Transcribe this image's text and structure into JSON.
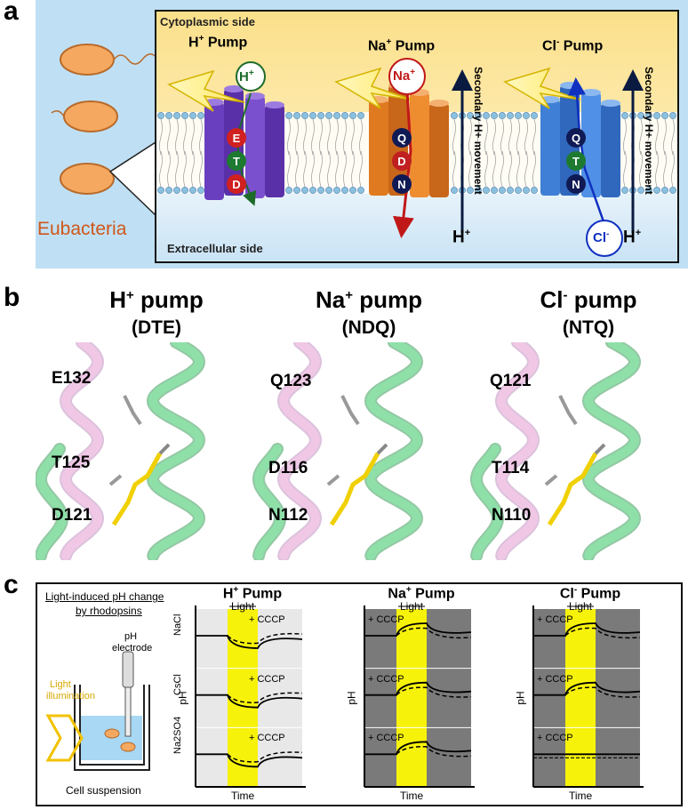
{
  "panel_a": {
    "letter": "a",
    "cytoplasmic_label": "Cytoplasmic side",
    "extracellular_label": "Extracellular side",
    "organism_label": "Eubacteria",
    "secondary_label": "Secondary H+ movement",
    "h_out": "H",
    "plus": "+",
    "pumps": [
      {
        "name": "H",
        "charge": "+",
        "suffix": " Pump",
        "ion": "H",
        "ion_charge": "+",
        "residues": [
          "E",
          "T",
          "D"
        ],
        "color": "#6a3fbf"
      },
      {
        "name": "Na",
        "charge": "+",
        "suffix": " Pump",
        "ion": "Na",
        "ion_charge": "+",
        "residues": [
          "Q",
          "D",
          "N"
        ],
        "color": "#e07a20"
      },
      {
        "name": "Cl",
        "charge": "-",
        "suffix": " Pump",
        "ion": "Cl",
        "ion_charge": "-",
        "residues": [
          "Q",
          "T",
          "N"
        ],
        "color": "#3f7fd6"
      }
    ]
  },
  "panel_b": {
    "letter": "b",
    "pumps": [
      {
        "title": "H",
        "charge": "+",
        "word": " pump",
        "motif": "(DTE)",
        "residues": [
          "E132",
          "T125",
          "D121"
        ]
      },
      {
        "title": "Na",
        "charge": "+",
        "word": " pump",
        "motif": "(NDQ)",
        "residues": [
          "Q123",
          "D116",
          "N112"
        ]
      },
      {
        "title": "Cl",
        "charge": "-",
        "word": " pump",
        "motif": "(NTQ)",
        "residues": [
          "Q121",
          "T114",
          "N110"
        ]
      }
    ]
  },
  "panel_c": {
    "letter": "c",
    "inset_title_1": "Light-induced pH change",
    "inset_title_2": "by rhodopsins",
    "electrode_1": "pH",
    "electrode_2": "electrode",
    "light_1": "Light",
    "light_2": "illumination",
    "cell_label": "Cell suspension",
    "salts": [
      "NaCl",
      "CsCl",
      "Na2SO4"
    ],
    "charts": [
      {
        "title": "H",
        "charge": "+",
        "suffix": " Pump"
      },
      {
        "title": "Na",
        "charge": "+",
        "suffix": " Pump"
      },
      {
        "title": "Cl",
        "charge": "-",
        "suffix": " Pump"
      }
    ],
    "light_label": "Light",
    "cccp_label": "+ CCCP",
    "ylabel": "pH",
    "xlabel": "Time"
  }
}
